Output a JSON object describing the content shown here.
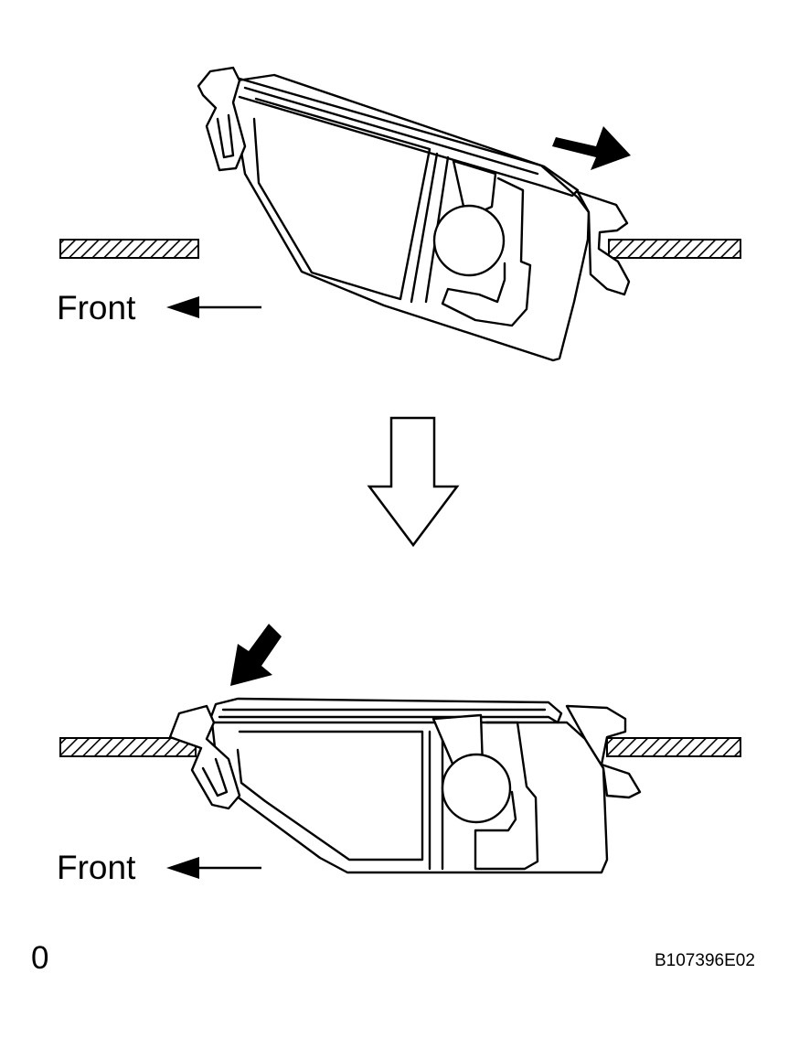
{
  "labels": {
    "front_top": "Front",
    "front_bottom": "Front",
    "step_number": "0",
    "figure_code": "B107396E02"
  },
  "icons": {
    "direction_arrow": "arrow-left-icon",
    "push_arrow": "solid-arrow-icon",
    "transition_arrow": "hollow-down-arrow-icon"
  },
  "colors": {
    "ink": "#000000",
    "paper": "#ffffff"
  }
}
